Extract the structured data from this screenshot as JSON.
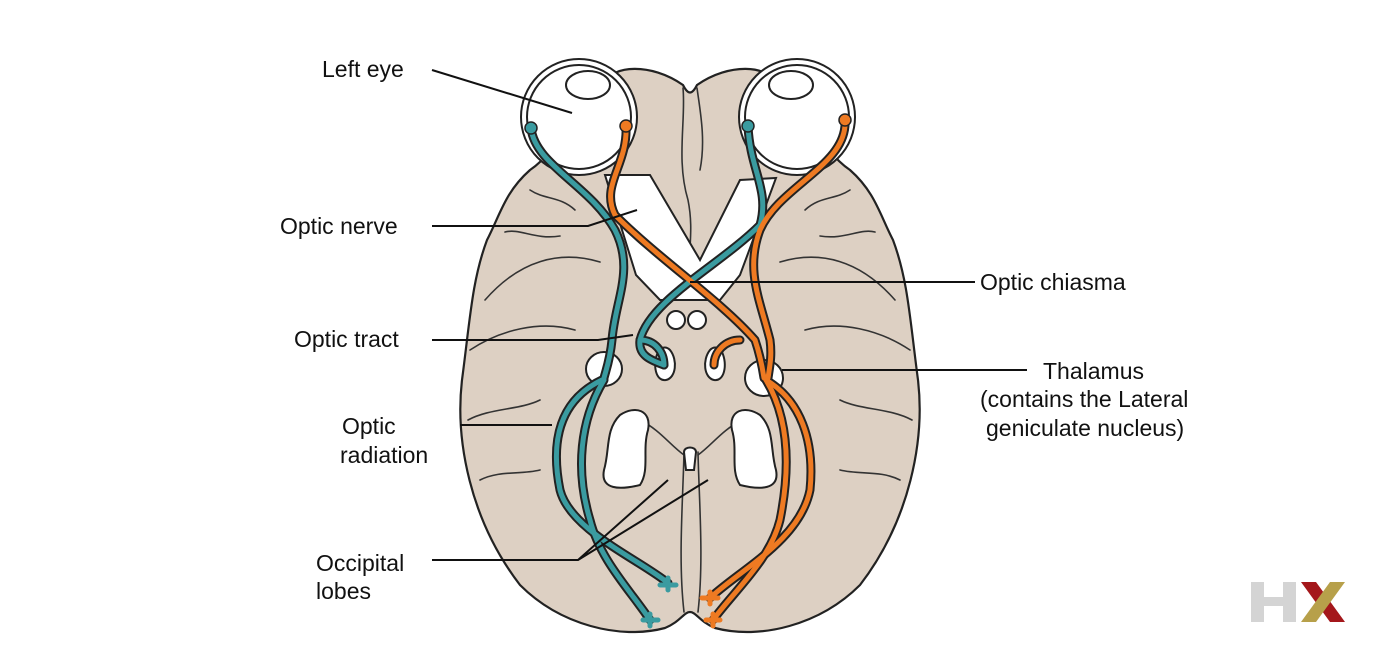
{
  "labels": {
    "left_eye": "Left eye",
    "optic_nerve": "Optic nerve",
    "optic_tract": "Optic tract",
    "optic_radiation_line1": "Optic",
    "optic_radiation_line2": "radiation",
    "occipital_line1": "Occipital",
    "occipital_line2": "lobes",
    "optic_chiasma": "Optic chiasma",
    "thalamus_line1": "Thalamus",
    "thalamus_line2": "(contains the Lateral",
    "thalamus_line3": "geniculate nucleus)"
  },
  "logo": {
    "text": "HX",
    "h_color": "#d4d4d4",
    "x_color_left": "#b7a04a",
    "x_color_right": "#a4171b"
  },
  "colors": {
    "teal": "#3a9ba0",
    "orange": "#ee7a22",
    "brain": "#ddd0c3"
  }
}
